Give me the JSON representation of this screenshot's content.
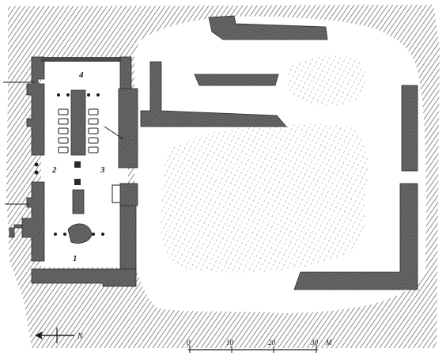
{
  "plan": {
    "room_labels": [
      "1",
      "2",
      "3",
      "4"
    ],
    "north_label": "N",
    "scale": {
      "ticks": [
        "0",
        "10",
        "20",
        "30"
      ],
      "unit": "M"
    },
    "colors": {
      "ink": "#1a1a1a",
      "wall": "#5a5a5a",
      "hatch": "#6e6e6e",
      "paper": "#ffffff"
    }
  }
}
